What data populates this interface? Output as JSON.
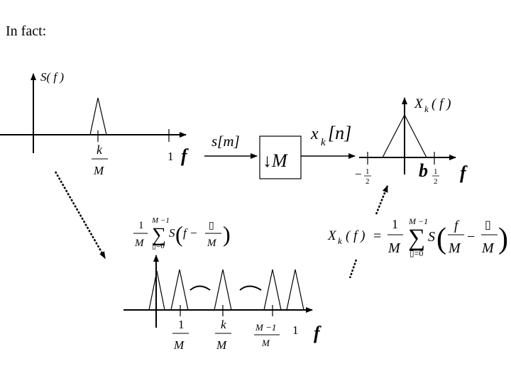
{
  "heading": "In fact:",
  "spectrum_top": {
    "y_label": "S( f )",
    "k_num": "k",
    "k_den": "M",
    "one": "1",
    "f_label": "f"
  },
  "block": {
    "input_label": "s[m]",
    "box_label": "↓M",
    "output_label": "x",
    "output_sub": "k",
    "output_arg": "[n]"
  },
  "spectrum_right": {
    "y_label_main": "X",
    "y_label_sub": "k",
    "y_label_arg": "( f )",
    "neg_half_sign": "−",
    "half_num": "1",
    "half_den": "2",
    "mid_glyph": "b",
    "f_label": "f"
  },
  "formula_left": {
    "coef_num": "1",
    "coef_den": "M",
    "sum_upper": "M −1",
    "sum_lower": "▯=0",
    "sum_sign": "∑",
    "S": "S",
    "open_paren": "(",
    "close_paren": ")",
    "f_minus": "f −",
    "box_glyph": "▯",
    "den_M": "M"
  },
  "formula_right": {
    "lhs_X": "X",
    "lhs_sub": "k",
    "lhs_arg": "( f )",
    "equals": "=",
    "coef_num": "1",
    "coef_den": "M",
    "sum_upper": "M −1",
    "sum_lower": "▯=0",
    "sum_sign": "∑",
    "S": "S",
    "open_paren": "(",
    "close_paren": ")",
    "f_num": "f",
    "f_den": "M",
    "minus": "−",
    "box_glyph": "▯",
    "box_den": "M"
  },
  "spectrum_bottom": {
    "tick1_num": "1",
    "tick1_den": "M",
    "tick2_num": "k",
    "tick2_den": "M",
    "tick3_num": "M −1",
    "tick3_den": "M",
    "one": "1",
    "f_label": "f"
  }
}
